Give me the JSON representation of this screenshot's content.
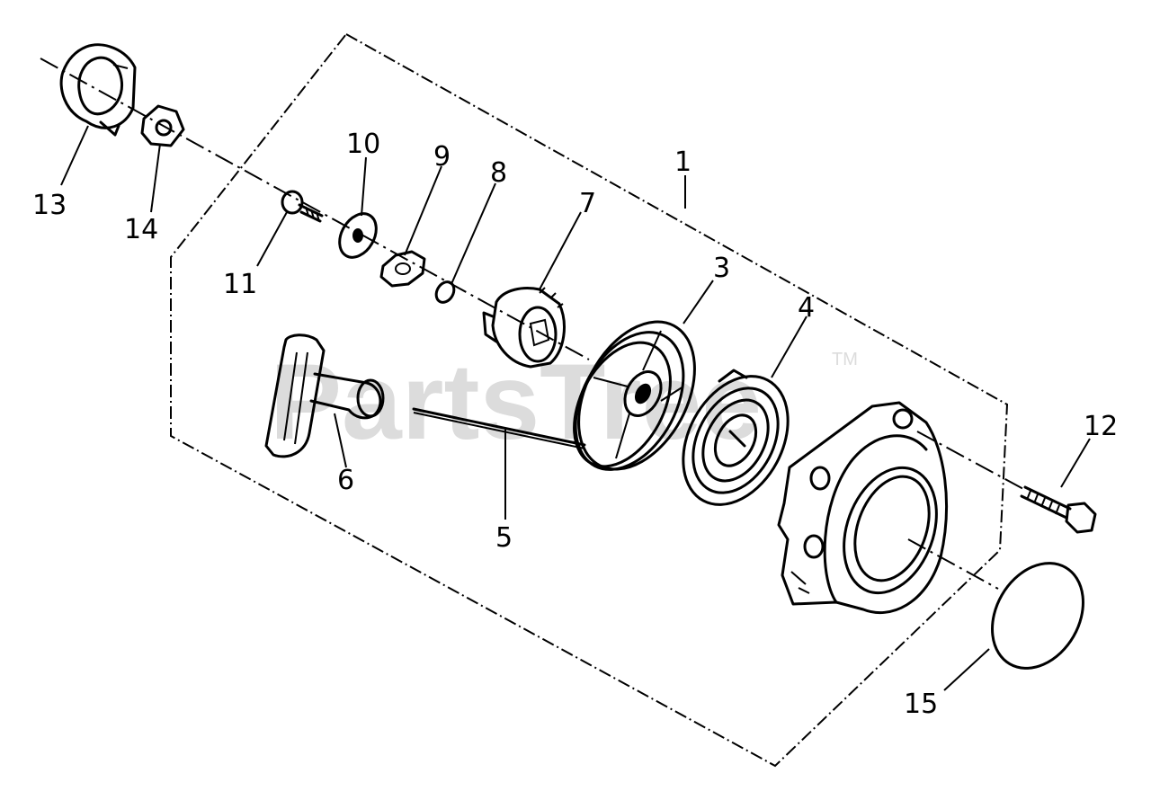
{
  "watermark": {
    "text": "PartsTree",
    "trademark": "TM"
  },
  "callouts": {
    "c1": "1",
    "c3": "3",
    "c4": "4",
    "c5": "5",
    "c6": "6",
    "c7": "7",
    "c8": "8",
    "c9": "9",
    "c10": "10",
    "c11": "11",
    "c12": "12",
    "c13": "13",
    "c14": "14",
    "c15": "15"
  },
  "colors": {
    "line": "#000000",
    "background": "#ffffff",
    "watermark": "#dcdcdc"
  }
}
